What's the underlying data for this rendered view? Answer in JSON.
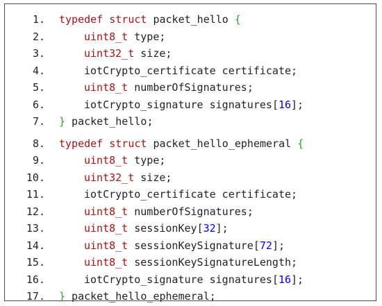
{
  "colors": {
    "keyword": "#a31515",
    "type": "#a31515",
    "number": "#0000ff",
    "brace": "#2e9d2e",
    "text": "#222222",
    "border": "#4a4a4a"
  },
  "lines": [
    {
      "num": "1.",
      "indent": 0,
      "tokens": [
        {
          "t": "typedef struct",
          "c": "kw"
        },
        {
          "t": " packet_hello ",
          "c": "plain"
        },
        {
          "t": "{",
          "c": "brace"
        }
      ]
    },
    {
      "num": "2.",
      "indent": 1,
      "tokens": [
        {
          "t": "uint8_t",
          "c": "type"
        },
        {
          "t": " type",
          "c": "plain"
        },
        {
          "t": ";",
          "c": "plain"
        }
      ]
    },
    {
      "num": "3.",
      "indent": 1,
      "tokens": [
        {
          "t": "uint32_t",
          "c": "type"
        },
        {
          "t": " size",
          "c": "plain"
        },
        {
          "t": ";",
          "c": "plain"
        }
      ]
    },
    {
      "num": "4.",
      "indent": 1,
      "tokens": [
        {
          "t": "iotCrypto_certificate certificate",
          "c": "plain"
        },
        {
          "t": ";",
          "c": "plain"
        }
      ]
    },
    {
      "num": "5.",
      "indent": 1,
      "tokens": [
        {
          "t": "uint8_t",
          "c": "type"
        },
        {
          "t": " numberOfSignatures",
          "c": "plain"
        },
        {
          "t": ";",
          "c": "plain"
        }
      ]
    },
    {
      "num": "6.",
      "indent": 1,
      "tokens": [
        {
          "t": "iotCrypto_signature signatures",
          "c": "plain"
        },
        {
          "t": "[",
          "c": "plain"
        },
        {
          "t": "16",
          "c": "num"
        },
        {
          "t": "];",
          "c": "plain"
        }
      ]
    },
    {
      "num": "7.",
      "indent": 0,
      "tokens": [
        {
          "t": "}",
          "c": "brace"
        },
        {
          "t": " packet_hello",
          "c": "plain"
        },
        {
          "t": ";",
          "c": "plain"
        }
      ]
    },
    {
      "num": "8.",
      "indent": 0,
      "gap": true,
      "tokens": [
        {
          "t": "typedef struct",
          "c": "kw"
        },
        {
          "t": " packet_hello_ephemeral ",
          "c": "plain"
        },
        {
          "t": "{",
          "c": "brace"
        }
      ]
    },
    {
      "num": "9.",
      "indent": 1,
      "tokens": [
        {
          "t": "uint8_t",
          "c": "type"
        },
        {
          "t": " type",
          "c": "plain"
        },
        {
          "t": ";",
          "c": "plain"
        }
      ]
    },
    {
      "num": "10.",
      "indent": 1,
      "tokens": [
        {
          "t": "uint32_t",
          "c": "type"
        },
        {
          "t": " size",
          "c": "plain"
        },
        {
          "t": ";",
          "c": "plain"
        }
      ]
    },
    {
      "num": "11.",
      "indent": 1,
      "tokens": [
        {
          "t": "iotCrypto_certificate certificate",
          "c": "plain"
        },
        {
          "t": ";",
          "c": "plain"
        }
      ]
    },
    {
      "num": "12.",
      "indent": 1,
      "tokens": [
        {
          "t": "uint8_t",
          "c": "type"
        },
        {
          "t": " numberOfSignatures",
          "c": "plain"
        },
        {
          "t": ";",
          "c": "plain"
        }
      ]
    },
    {
      "num": "13.",
      "indent": 1,
      "tokens": [
        {
          "t": "uint8_t",
          "c": "type"
        },
        {
          "t": " sessionKey",
          "c": "plain"
        },
        {
          "t": "[",
          "c": "plain"
        },
        {
          "t": "32",
          "c": "num"
        },
        {
          "t": "];",
          "c": "plain"
        }
      ]
    },
    {
      "num": "14.",
      "indent": 1,
      "tokens": [
        {
          "t": "uint8_t",
          "c": "type"
        },
        {
          "t": " sessionKeySignature",
          "c": "plain"
        },
        {
          "t": "[",
          "c": "plain"
        },
        {
          "t": "72",
          "c": "num"
        },
        {
          "t": "];",
          "c": "plain"
        }
      ]
    },
    {
      "num": "15.",
      "indent": 1,
      "tokens": [
        {
          "t": "uint8_t",
          "c": "type"
        },
        {
          "t": " sessionKeySignatureLength",
          "c": "plain"
        },
        {
          "t": ";",
          "c": "plain"
        }
      ]
    },
    {
      "num": "16.",
      "indent": 1,
      "tokens": [
        {
          "t": "iotCrypto_signature signatures",
          "c": "plain"
        },
        {
          "t": "[",
          "c": "plain"
        },
        {
          "t": "16",
          "c": "num"
        },
        {
          "t": "];",
          "c": "plain"
        }
      ]
    },
    {
      "num": "17.",
      "indent": 0,
      "tokens": [
        {
          "t": "}",
          "c": "brace"
        },
        {
          "t": " packet_hello_ephemeral",
          "c": "plain"
        },
        {
          "t": ";",
          "c": "plain"
        }
      ]
    }
  ]
}
